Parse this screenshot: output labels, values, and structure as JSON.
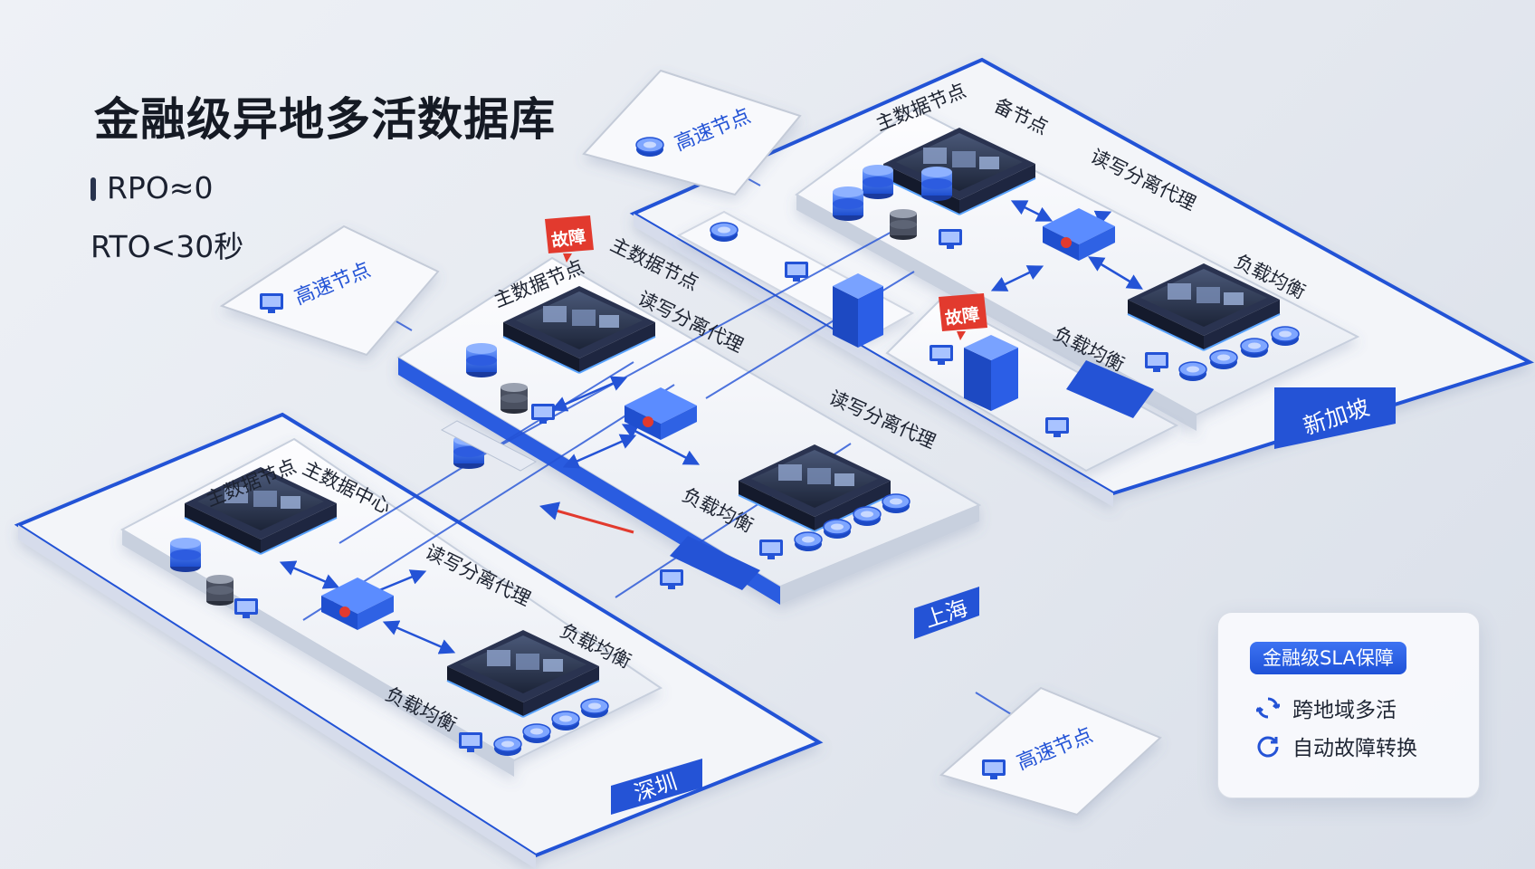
{
  "title": "金融级异地多活数据库",
  "metrics": {
    "rpo": "RPO≈0",
    "rto": "RTO<30秒"
  },
  "regions": {
    "shenzhen": "深圳",
    "shanghai": "上海",
    "singapore": "新加坡"
  },
  "nodes": {
    "primary_data_node": "主数据节点",
    "backup_node": "备节点",
    "primary_data_center": "主数据中心",
    "rw_split_proxy": "读写分离代理",
    "load_balance": "负载均衡",
    "fault": "故障",
    "high_speed_node": "高速节点"
  },
  "sla": {
    "badge": "金融级SLA保障",
    "items": [
      "跨地域多活",
      "自动故障转换"
    ]
  },
  "colors": {
    "accent": "#2453d6",
    "fault": "#e23a2e",
    "panel": "#f4f6fa"
  }
}
